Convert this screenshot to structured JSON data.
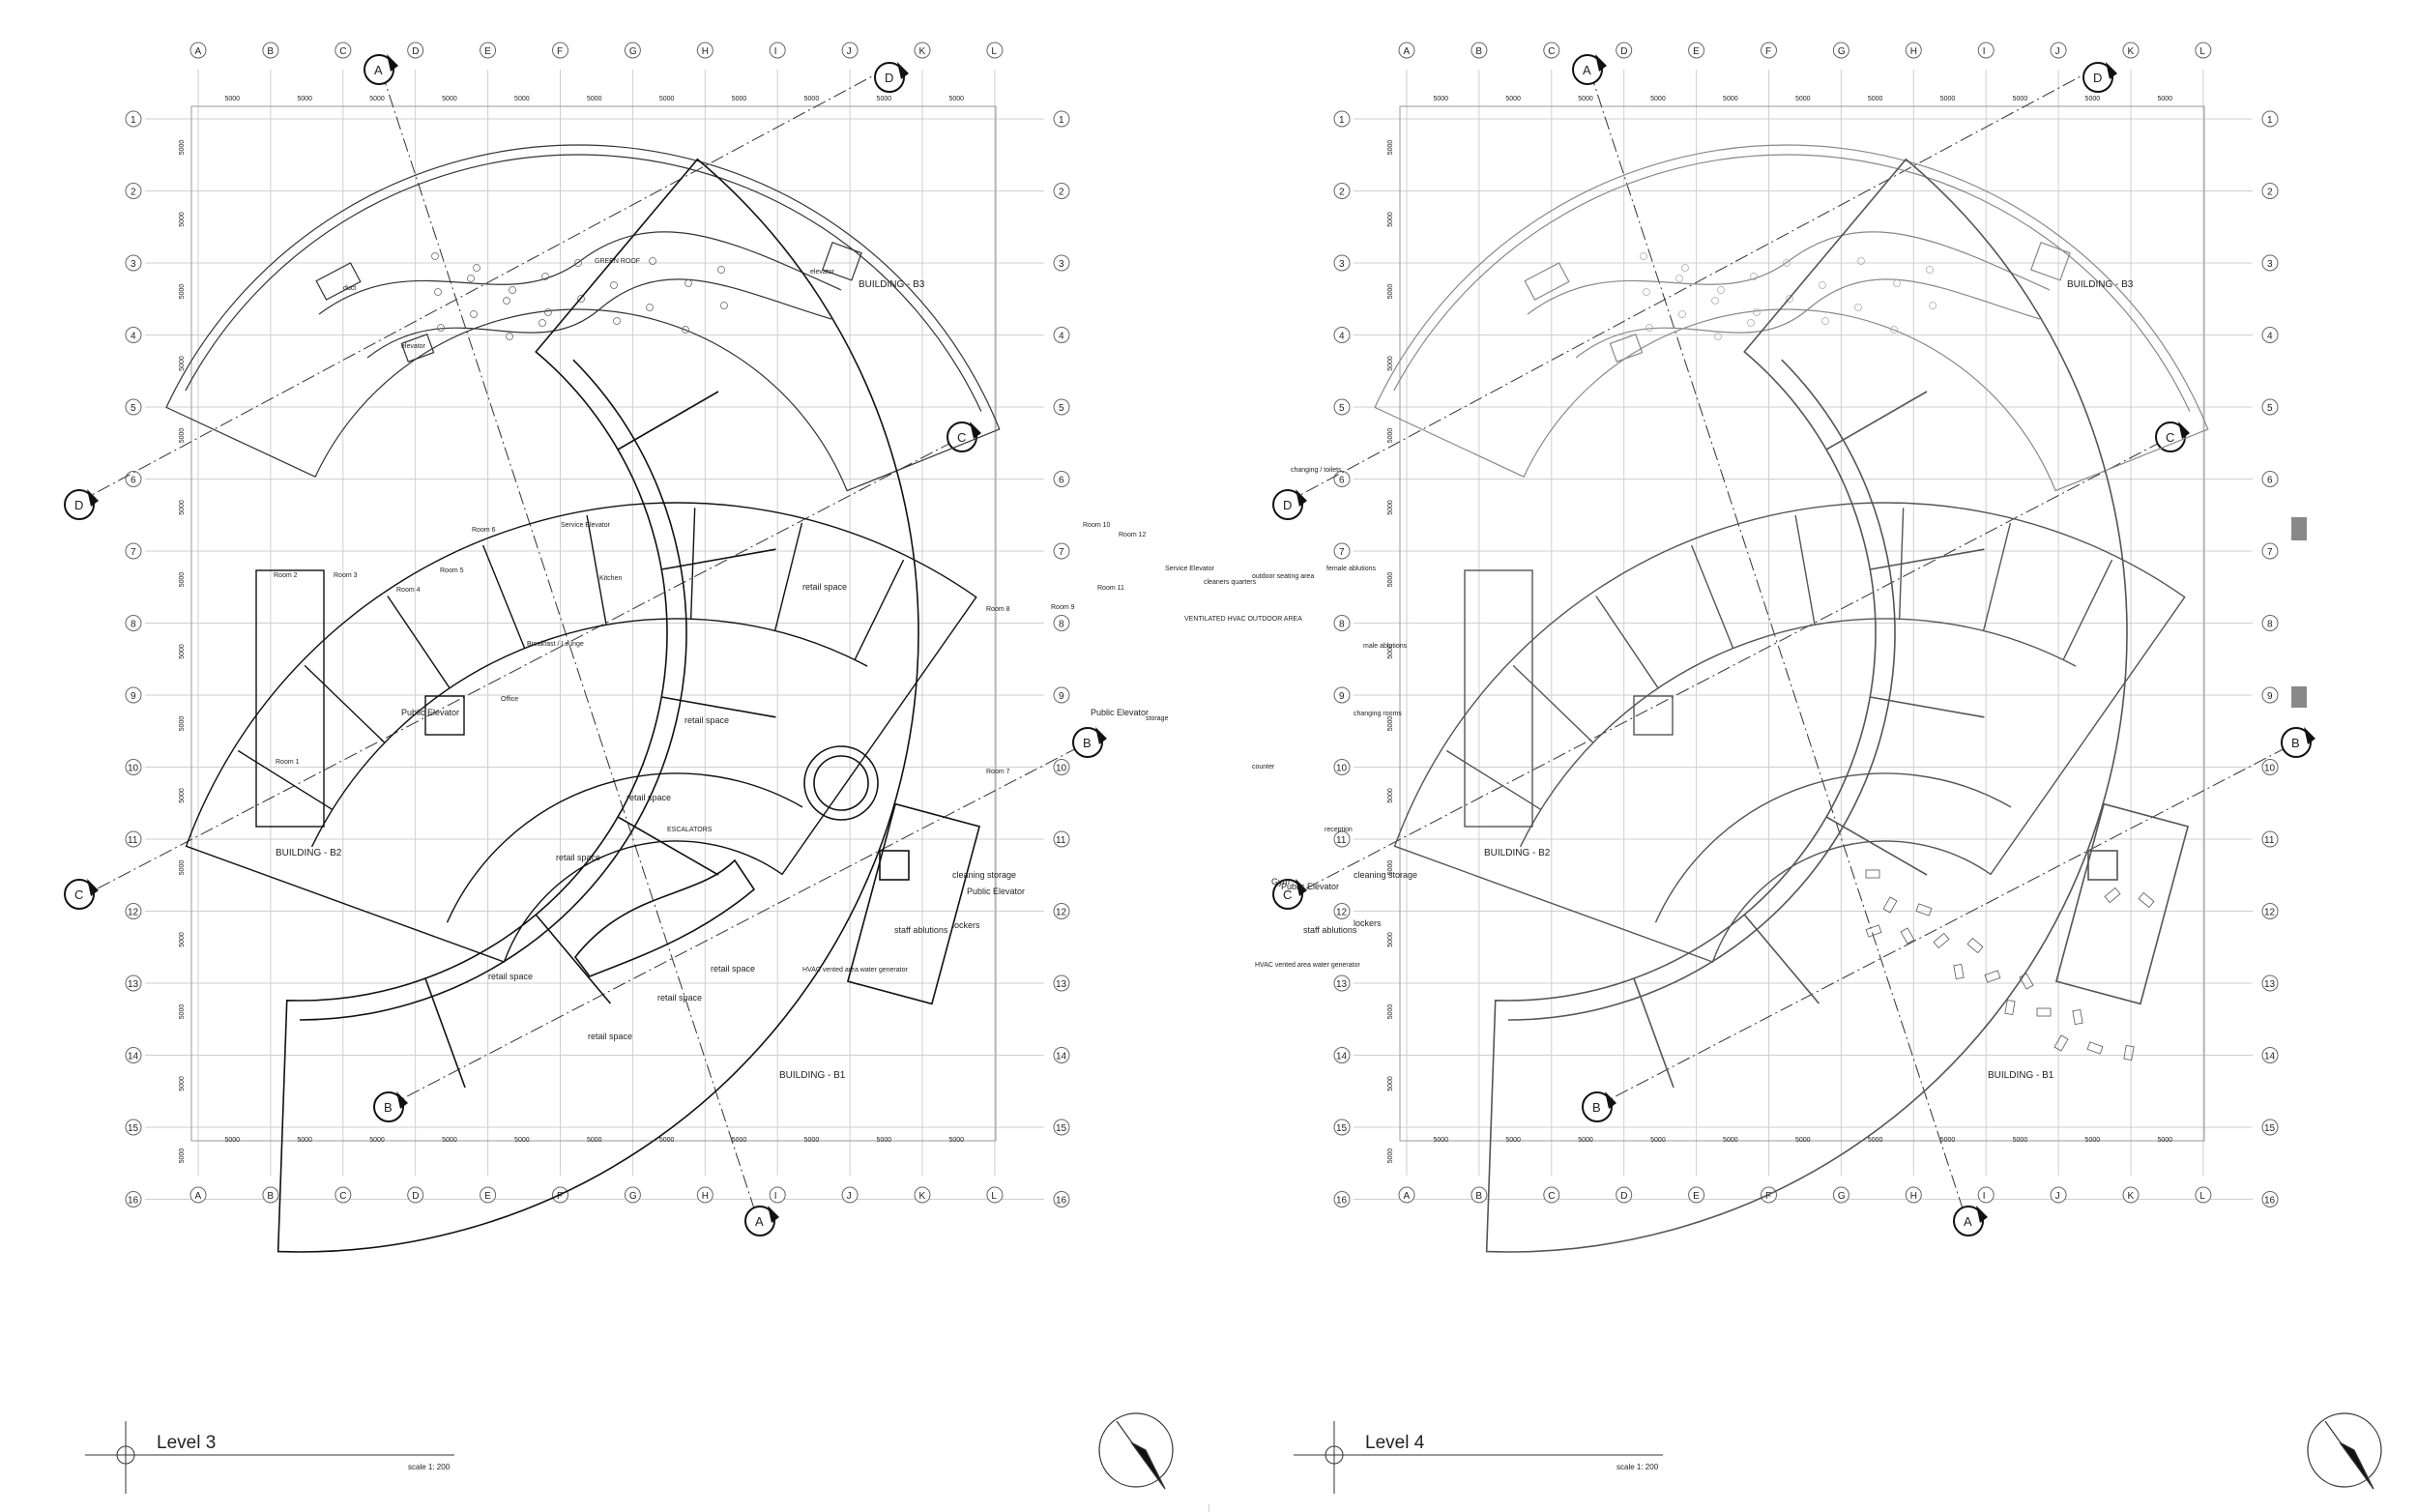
{
  "sheets": [
    {
      "level_title": "Level 3",
      "scale": "scale 1: 200",
      "col_labels": [
        "A",
        "B",
        "C",
        "D",
        "E",
        "F",
        "G",
        "H",
        "I",
        "J",
        "K",
        "L"
      ],
      "row_labels": [
        "1",
        "2",
        "3",
        "4",
        "5",
        "6",
        "7",
        "8",
        "9",
        "10",
        "11",
        "12",
        "13",
        "14",
        "15",
        "16"
      ],
      "dim_label": "5000",
      "buildings": [
        "BUILDING - B3",
        "BUILDING - B2",
        "BUILDING - B1"
      ],
      "sections": [
        "A",
        "D",
        "C",
        "B",
        "C",
        "D",
        "B",
        "A"
      ],
      "rooms": [
        "GREEN ROOF",
        "elevator",
        "duct",
        "elevator",
        "Room 1",
        "Room 2",
        "Room 3",
        "Room 4",
        "Room 5",
        "Room 6",
        "Service Elevator",
        "Kitchen",
        "Breakfast / Lounge",
        "Office",
        "Public Elevator",
        "retail space",
        "retail space",
        "retail space",
        "retail space",
        "retail space",
        "retail space",
        "retail space",
        "retail space",
        "ESCALATORS",
        "Public Elevator",
        "cleaning storage",
        "lockers",
        "staff ablutions",
        "HVAC vented area water generator"
      ]
    },
    {
      "level_title": "Level 4",
      "scale": "scale 1: 200",
      "col_labels": [
        "A",
        "B",
        "C",
        "D",
        "E",
        "F",
        "G",
        "H",
        "I",
        "J",
        "K",
        "L"
      ],
      "row_labels": [
        "1",
        "2",
        "3",
        "4",
        "5",
        "6",
        "7",
        "8",
        "9",
        "10",
        "11",
        "12",
        "13",
        "14",
        "15",
        "16"
      ],
      "dim_label": "5000",
      "buildings": [
        "BUILDING - B3",
        "BUILDING - B2",
        "BUILDING - B1"
      ],
      "sections": [
        "A",
        "D",
        "C",
        "B",
        "C",
        "D",
        "B",
        "A"
      ],
      "rooms": [
        "Room 7",
        "Room 8",
        "Room 9",
        "Room 10",
        "Room 11",
        "Room 12",
        "Service Elevator",
        "cleaners quarters",
        "Public Elevator",
        "storage",
        "VENTILATED HVAC OUTDOOR AREA",
        "outdoor seating area",
        "changing / toilets",
        "female ablutions",
        "male ablutions",
        "changing rooms",
        "counter",
        "reception",
        "Gym",
        "Public Elevator",
        "cleaning storage",
        "lockers",
        "staff ablutions",
        "HVAC vented area water generator"
      ]
    }
  ]
}
